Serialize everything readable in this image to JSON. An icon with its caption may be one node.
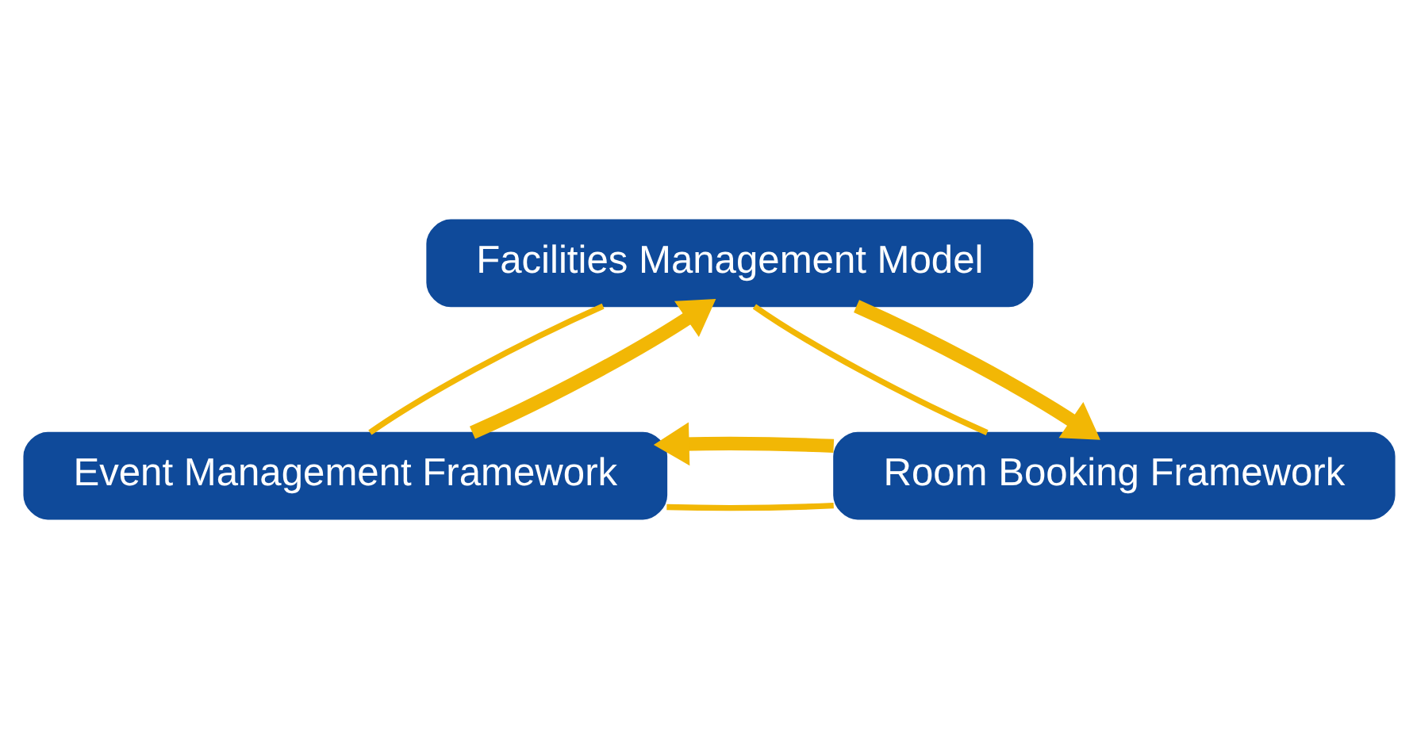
{
  "diagram": {
    "nodes": [
      {
        "text": [
          "Facilities Management Model"
        ]
      },
      {
        "text": [
          "Event Management Framework"
        ]
      },
      {
        "text": [
          "Room Booking Framework"
        ]
      }
    ],
    "edges": [
      {
        "from": 0,
        "to": 1,
        "arrow": "none"
      },
      {
        "from": 0,
        "to": 2,
        "arrow": "none"
      },
      {
        "from": 1,
        "to": 2,
        "arrow": "none"
      },
      {
        "from": 1,
        "to": 0,
        "arrow": "to",
        "style": "thick"
      },
      {
        "from": 0,
        "to": 2,
        "arrow": "to",
        "style": "thick"
      },
      {
        "from": 2,
        "to": 1,
        "arrow": "to",
        "style": "thick"
      }
    ]
  }
}
